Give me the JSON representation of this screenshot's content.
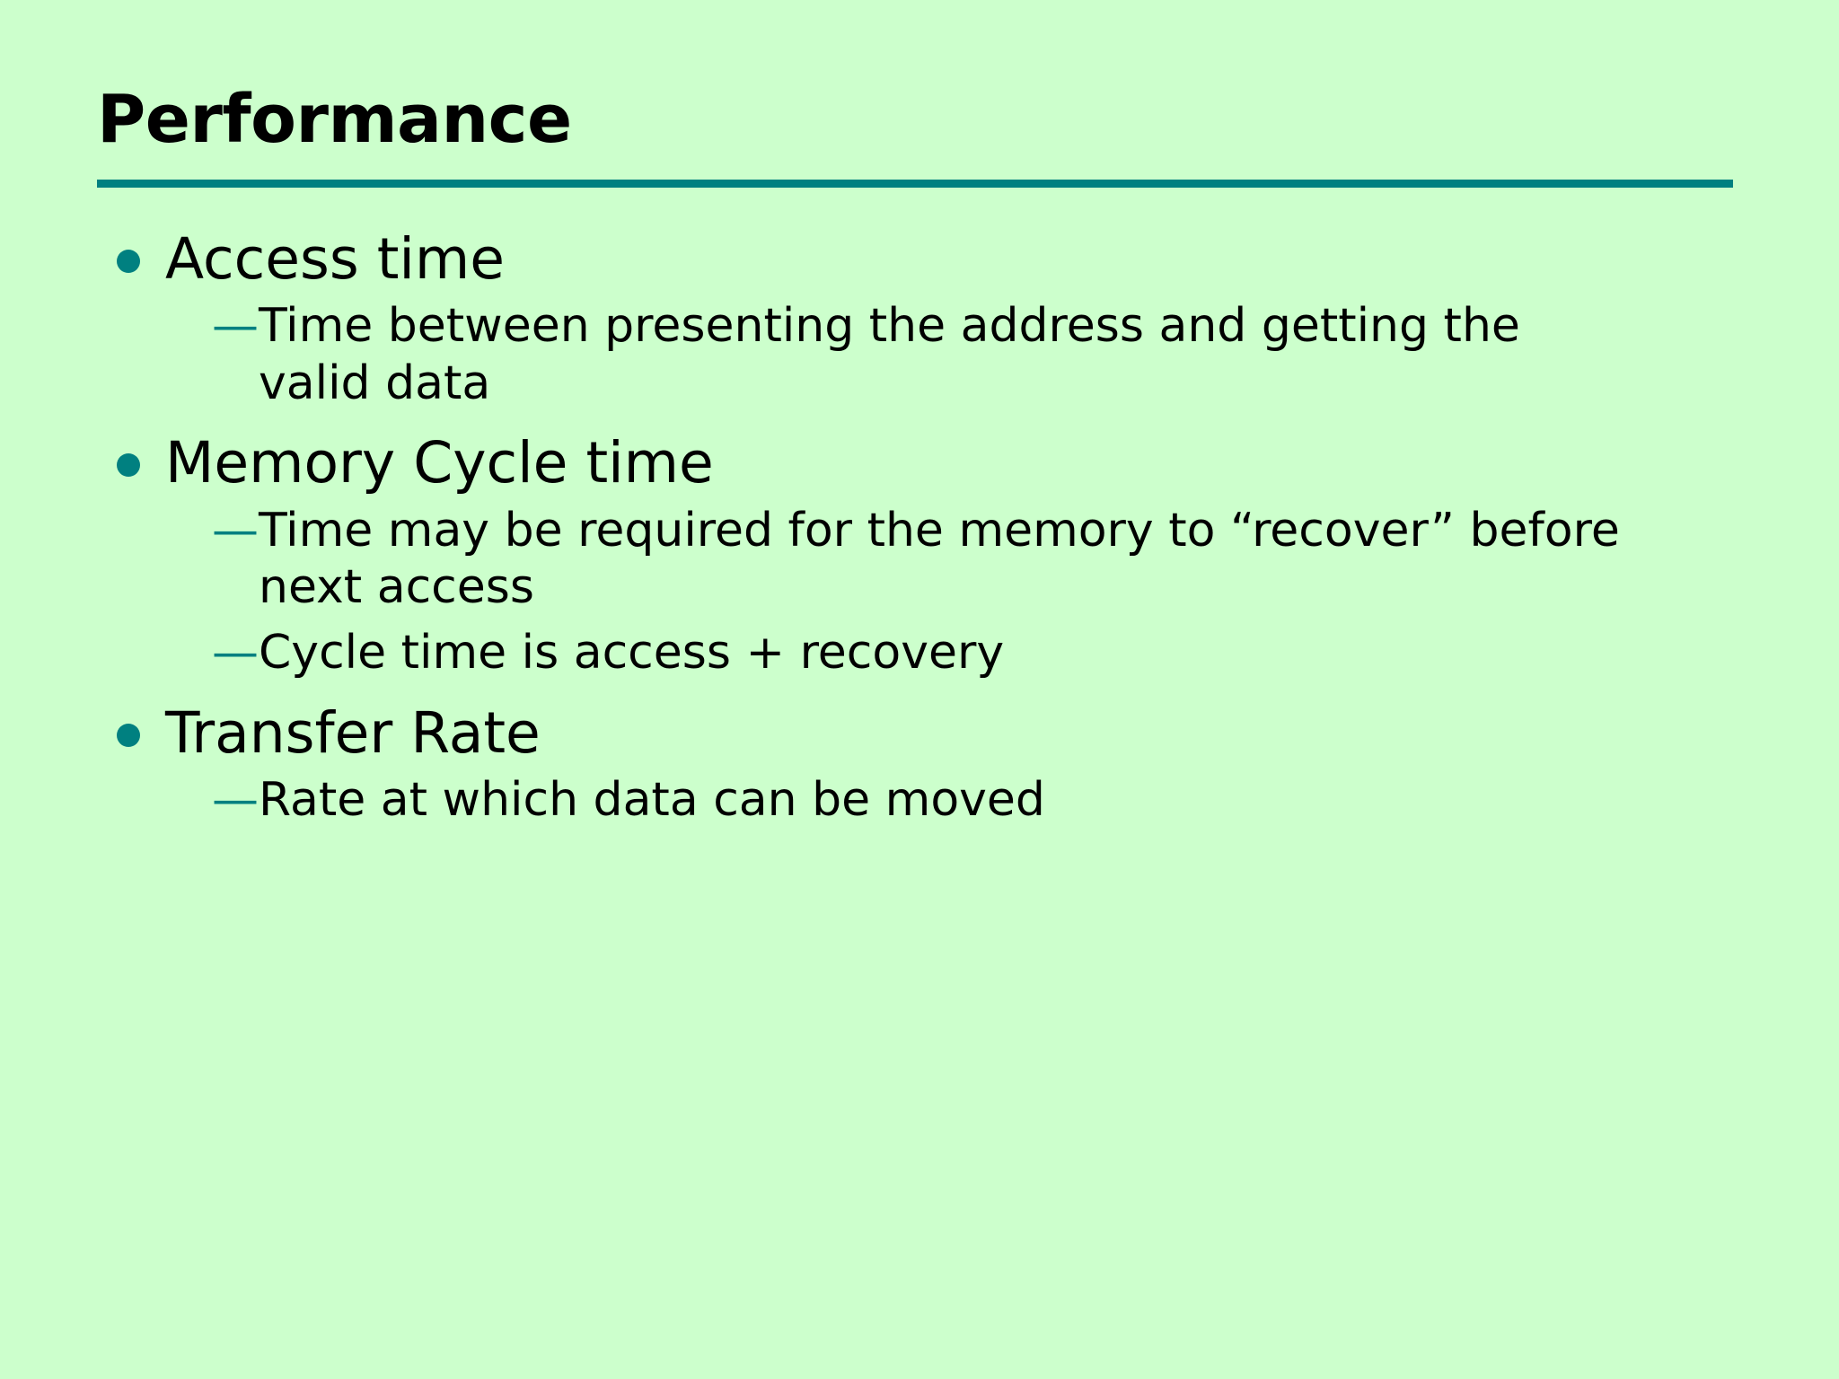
{
  "slide": {
    "title": "Performance",
    "accent_color": "#008080",
    "background_color": "#ccffcc",
    "text_color": "#000000",
    "bullets": [
      {
        "marker": "bullet-dot",
        "text": "Access time",
        "sub_items": [
          {
            "marker": "em-dash",
            "text": "Time between presenting the address and getting the valid data"
          }
        ]
      },
      {
        "marker": "bullet-dot",
        "text": "Memory Cycle time",
        "sub_items": [
          {
            "marker": "em-dash",
            "text": "Time may be required for the memory to “recover” before next access"
          },
          {
            "marker": "em-dash",
            "text": "Cycle time is access + recovery"
          }
        ]
      },
      {
        "marker": "bullet-dot",
        "text": "Transfer Rate",
        "sub_items": [
          {
            "marker": "em-dash",
            "text": "Rate at which data can be moved"
          }
        ]
      }
    ],
    "dash_glyph": "—"
  }
}
